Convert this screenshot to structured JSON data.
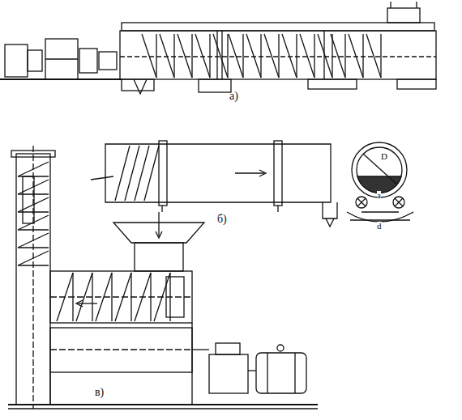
{
  "diagram": {
    "labels": [
      "а)",
      "б)",
      "в)",
      "D",
      "a",
      "d"
    ]
  }
}
